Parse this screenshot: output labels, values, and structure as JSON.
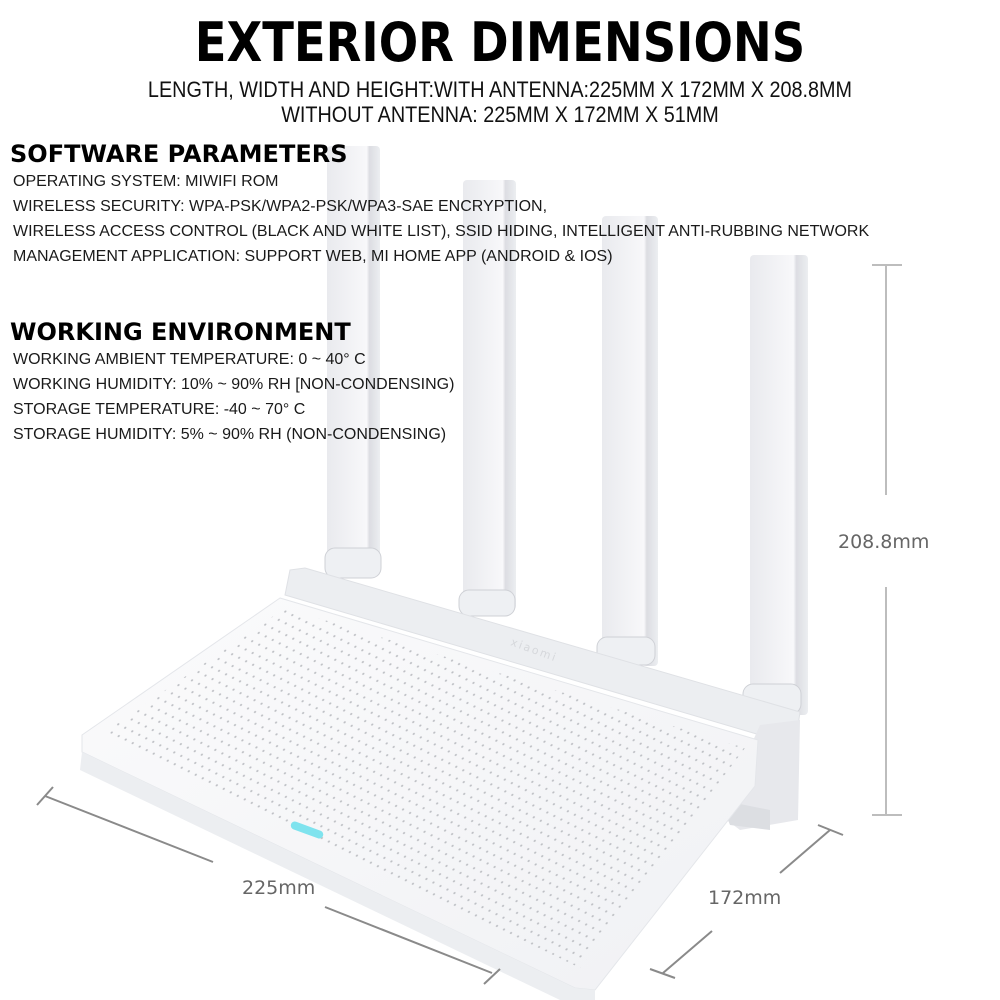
{
  "header": {
    "title": "EXTERIOR DIMENSIONS",
    "dimensions_with_antenna": "LENGTH, WIDTH AND HEIGHT:WITH ANTENNA:225MM X 172MM X 208.8MM",
    "dimensions_without_antenna": "WITHOUT ANTENNA: 225MM X 172MM X 51MM"
  },
  "software": {
    "heading": "SOFTWARE PARAMETERS",
    "lines": [
      "OPERATING SYSTEM: MIWIFI ROM",
      "WIRELESS SECURITY: WPA-PSK/WPA2-PSK/WPA3-SAE ENCRYPTION,",
      "WIRELESS ACCESS CONTROL (BLACK AND WHITE LIST), SSID HIDING, INTELLIGENT ANTI-RUBBING NETWORK",
      "MANAGEMENT APPLICATION: SUPPORT WEB, MI HOME APP (ANDROID & IOS)"
    ]
  },
  "environment": {
    "heading": "WORKING ENVIRONMENT",
    "lines": [
      "WORKING AMBIENT TEMPERATURE: 0 ~ 40° C",
      "WORKING HUMIDITY: 10% ~ 90% RH [NON-CONDENSING)",
      "STORAGE TEMPERATURE: -40 ~ 70° C",
      "STORAGE HUMIDITY: 5% ~ 90% RH (NON-CONDENSING)"
    ]
  },
  "figure": {
    "height_label": "208.8mm",
    "length_label": "225mm",
    "width_label": "172mm",
    "brand_mark": "xiaomi",
    "led_color": "#7fe3ee",
    "body_color": "#f4f5f7",
    "dimension_line_color": "#8a8a8a",
    "antenna_count": 4
  }
}
